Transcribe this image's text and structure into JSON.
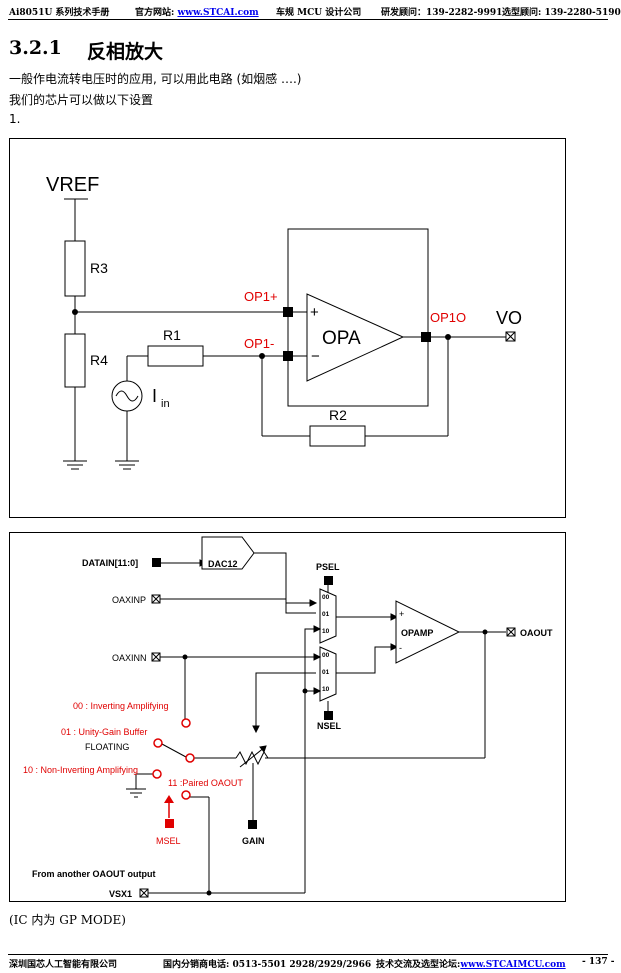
{
  "header": {
    "product": "Ai8051U 系列技术手册",
    "website_label": "官方网站: ",
    "website_url": "www.STCAI.com",
    "company": "车规 MCU 设计公司",
    "rd_contact": "研发顾问：139-2282-9991",
    "sales_contact": "选型顾问: 139-2280-5190"
  },
  "section": {
    "number": "3.2.1",
    "title": "反相放大"
  },
  "body": {
    "line1": "一般作电流转电压时的应用, 可以用此电路 (如烟感 ….)",
    "line2": "我们的芯片可以做以下设置",
    "line3": "1."
  },
  "circuit1": {
    "vref": "VREF",
    "r3": "R3",
    "r4": "R4",
    "r1": "R1",
    "r2": "R2",
    "opa": "OPA",
    "op1p": "OP1+",
    "op1n": "OP1-",
    "op1o": "OP1O",
    "vo": "VO",
    "iin_main": "I",
    "iin_sub": "in",
    "plus": "+",
    "minus": "−"
  },
  "circuit2": {
    "datain": "DATAIN[11:0]",
    "dac": "DAC12",
    "psel": "PSEL",
    "nsel": "NSEL",
    "oaxinp": "OAXINP",
    "oaxinn": "OAXINN",
    "opamp": "OPAMP",
    "oaout": "OAOUT",
    "m00": "00",
    "m01": "01",
    "m10": "10",
    "plus": "+",
    "minus": "-",
    "mode00": "00 : Inverting Amplifying",
    "mode01": "01 : Unity-Gain Buffer",
    "floating": "FLOATING",
    "mode10": "10 : Non-Inverting Amplifying",
    "mode11": "11 :Paired OAOUT",
    "msel": "MSEL",
    "gain": "GAIN",
    "from_another": "From another OAOUT output",
    "vsx1": "VSX1"
  },
  "caption": "(IC 内为  GP MODE)",
  "footer": {
    "company": "深圳国芯人工智能有限公司",
    "phone": "国内分销商电话: 0513-5501 2928/2929/2966",
    "forum_label": "技术交流及选型论坛:",
    "forum_url": "www.STCAIMCU.com",
    "page": "- 137 -"
  },
  "colors": {
    "red": "#e00000",
    "black": "#000000",
    "link": "#0000ee"
  }
}
